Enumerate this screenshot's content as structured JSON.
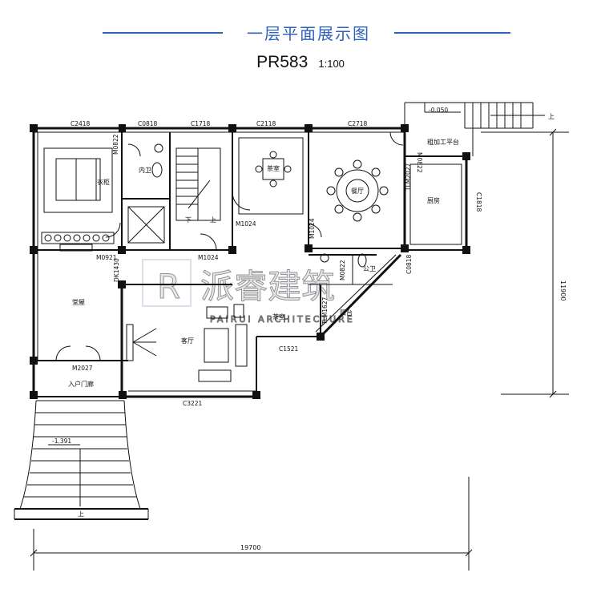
{
  "header": {
    "title": "一层平面展示图",
    "code": "PR583",
    "scale": "1:100"
  },
  "watermark": {
    "logo": "R",
    "text": "派睿建筑",
    "sub": "PAIRUI ARCHITECTURE"
  },
  "windows": {
    "c2418": "C2418",
    "c0818_top": "C0818",
    "c1718": "C1718",
    "c2118": "C2118",
    "c2718": "C2718",
    "c1818": "C1818",
    "c0818_right": "C0818",
    "c1521": "C1521",
    "c3221": "C3221",
    "dk1430": "DK1430",
    "tlm1627": "TLM1627",
    "tlm2027": "TLM2027"
  },
  "doors": {
    "m0822_bed": "M0822",
    "m0921": "M0921",
    "m1024_a": "M1024",
    "m1024_b": "M1024",
    "m1024_c": "M1024",
    "m0822_wc": "M0822",
    "m0822_top": "M0822",
    "m2027": "M2027"
  },
  "rooms": {
    "bedroom": "衣柜",
    "wardrobe": "衣柜",
    "bathroom": "内卫",
    "stairs_down": "下",
    "stairs_up": "上",
    "tea": "茶室",
    "dining": "餐厅",
    "kitchen": "厨房",
    "work_platform": "粗加工平台",
    "public_wc": "公卫",
    "hall": "堂屋",
    "living": "客厅",
    "tearoom": "茶室",
    "balcony": "阳台",
    "entry": "入户门廊"
  },
  "levels": {
    "top_right": "-0.050",
    "bottom_left": "-1.391"
  },
  "dimensions": {
    "width": "19700",
    "height": "11900"
  },
  "arrows": {
    "up_top": "上",
    "up_bottom": "上"
  },
  "colors": {
    "accent": "#2f63b8",
    "wall": "#111111",
    "watermark": "#c6ccd6"
  }
}
